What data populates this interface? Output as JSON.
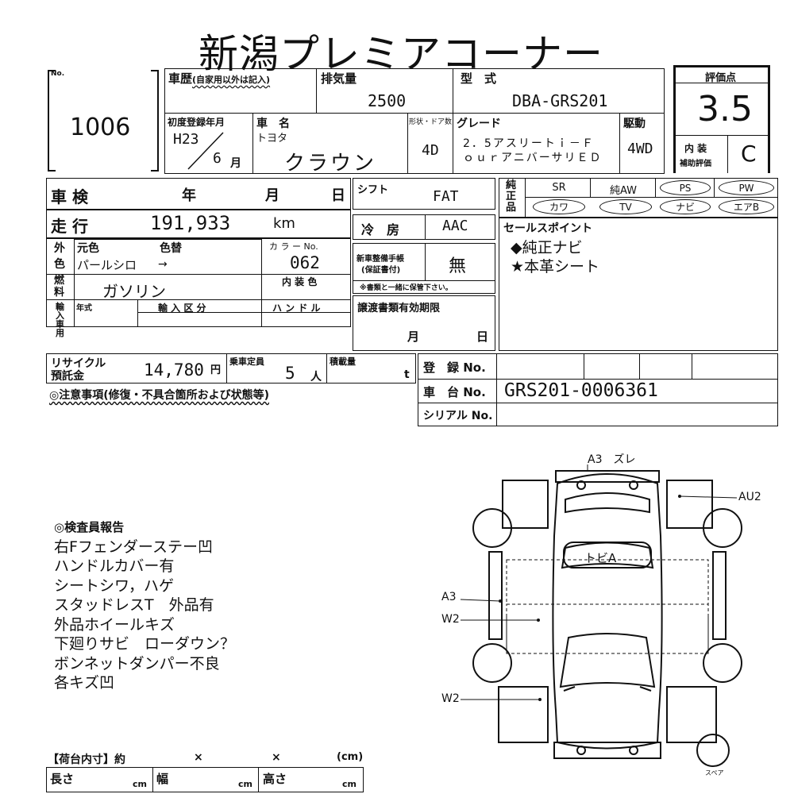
{
  "title": "新潟プレミアコーナー",
  "lot": {
    "no_label": "No.",
    "number": "1006"
  },
  "history": {
    "label": "車歴",
    "note": "(自家用以外は記入)"
  },
  "displacement": {
    "label": "排気量",
    "value": "2500"
  },
  "model": {
    "label": "型　式",
    "value": "DBA-GRS201"
  },
  "score": {
    "label": "評価点",
    "value": "3.5",
    "interior_label_1": "内 装",
    "interior_label_2": "補助評価",
    "interior_value": "C"
  },
  "first_reg": {
    "label": "初度登録年月",
    "year": "H23",
    "month": "6",
    "month_unit": "月"
  },
  "car_name": {
    "label": "車　名",
    "maker": "トヨタ",
    "name": "クラウン"
  },
  "doors": {
    "label": "形状・ドア数",
    "value": "4D"
  },
  "grade": {
    "label": "グレード",
    "line1": "2．5アスリートｉ－Ｆ",
    "line2": "ｏｕｒアニバーサリＥＤ"
  },
  "drive": {
    "label": "駆動",
    "value": "4WD"
  },
  "inspection": {
    "label": "車 検",
    "year": "年",
    "month": "月",
    "day": "日"
  },
  "shift": {
    "label": "シフト",
    "value": "FAT"
  },
  "equip": {
    "label": "純正品",
    "items": [
      "SR",
      "純AW",
      "PS",
      "PW",
      "カワ",
      "TV",
      "ナビ",
      "エアB"
    ]
  },
  "mileage": {
    "label": "走 行",
    "value": "191,933",
    "unit": "km"
  },
  "aircon": {
    "label": "冷　房",
    "value": "AAC"
  },
  "sales_point": {
    "label": "セールスポイント",
    "lines": [
      "◆純正ナビ",
      "★本革シート"
    ]
  },
  "color": {
    "label": "外色",
    "orig_label": "元色",
    "repaint_label": "色替",
    "orig_value": "パールシロ",
    "arrow": "→",
    "code_label": "カ ラ ー No.",
    "code_value": "062"
  },
  "interior_color": {
    "label": "内 装 色"
  },
  "fuel": {
    "label": "燃料",
    "value": "ガソリン"
  },
  "manual": {
    "label1": "新車整備手帳",
    "label2": "(保証書付)",
    "value": "無",
    "note": "※書類と一緒に保管下さい。"
  },
  "import": {
    "label": "輸入車用",
    "year_label": "年式",
    "class_label": "輸 入 区 分",
    "handle_label": "ハ ン ド ル"
  },
  "transfer": {
    "label": "譲渡書類有効期限",
    "month": "月",
    "day": "日"
  },
  "recycle": {
    "label1": "リサイクル",
    "label2": "預託金",
    "value": "14,780",
    "unit": "円"
  },
  "capacity": {
    "label": "乗車定員",
    "value": "5",
    "unit": "人"
  },
  "load": {
    "label": "積載量",
    "unit": "t"
  },
  "registration": {
    "label": "登　録 No."
  },
  "chassis": {
    "label": "車　台 No.",
    "value": "GRS201-0006361"
  },
  "serial": {
    "label": "シリアル No."
  },
  "notes_label": "◎注意事項(修復・不具合箇所および状態等)",
  "report": {
    "title": "◎検査員報告",
    "lines": [
      "右Fフェンダーステー凹",
      "ハンドルカバー有",
      "シートシワ，ハゲ",
      "スタッドレスT　外品有",
      "外品ホイールキズ",
      "下廻りサビ　ローダウン？",
      "ボンネットダンパー不良",
      "各キズ凹"
    ]
  },
  "diagram": {
    "top": "A3　ズレ",
    "right": "AU2",
    "roof": "トビA",
    "left1": "A3",
    "left2": "W2",
    "left3": "W2",
    "spare": "スペア"
  },
  "bed": {
    "label": "【荷台内寸】約",
    "x1": "×",
    "x2": "×",
    "unit": "(cm)",
    "length": "長さ",
    "width": "幅",
    "height": "高さ",
    "cm": "cm"
  }
}
